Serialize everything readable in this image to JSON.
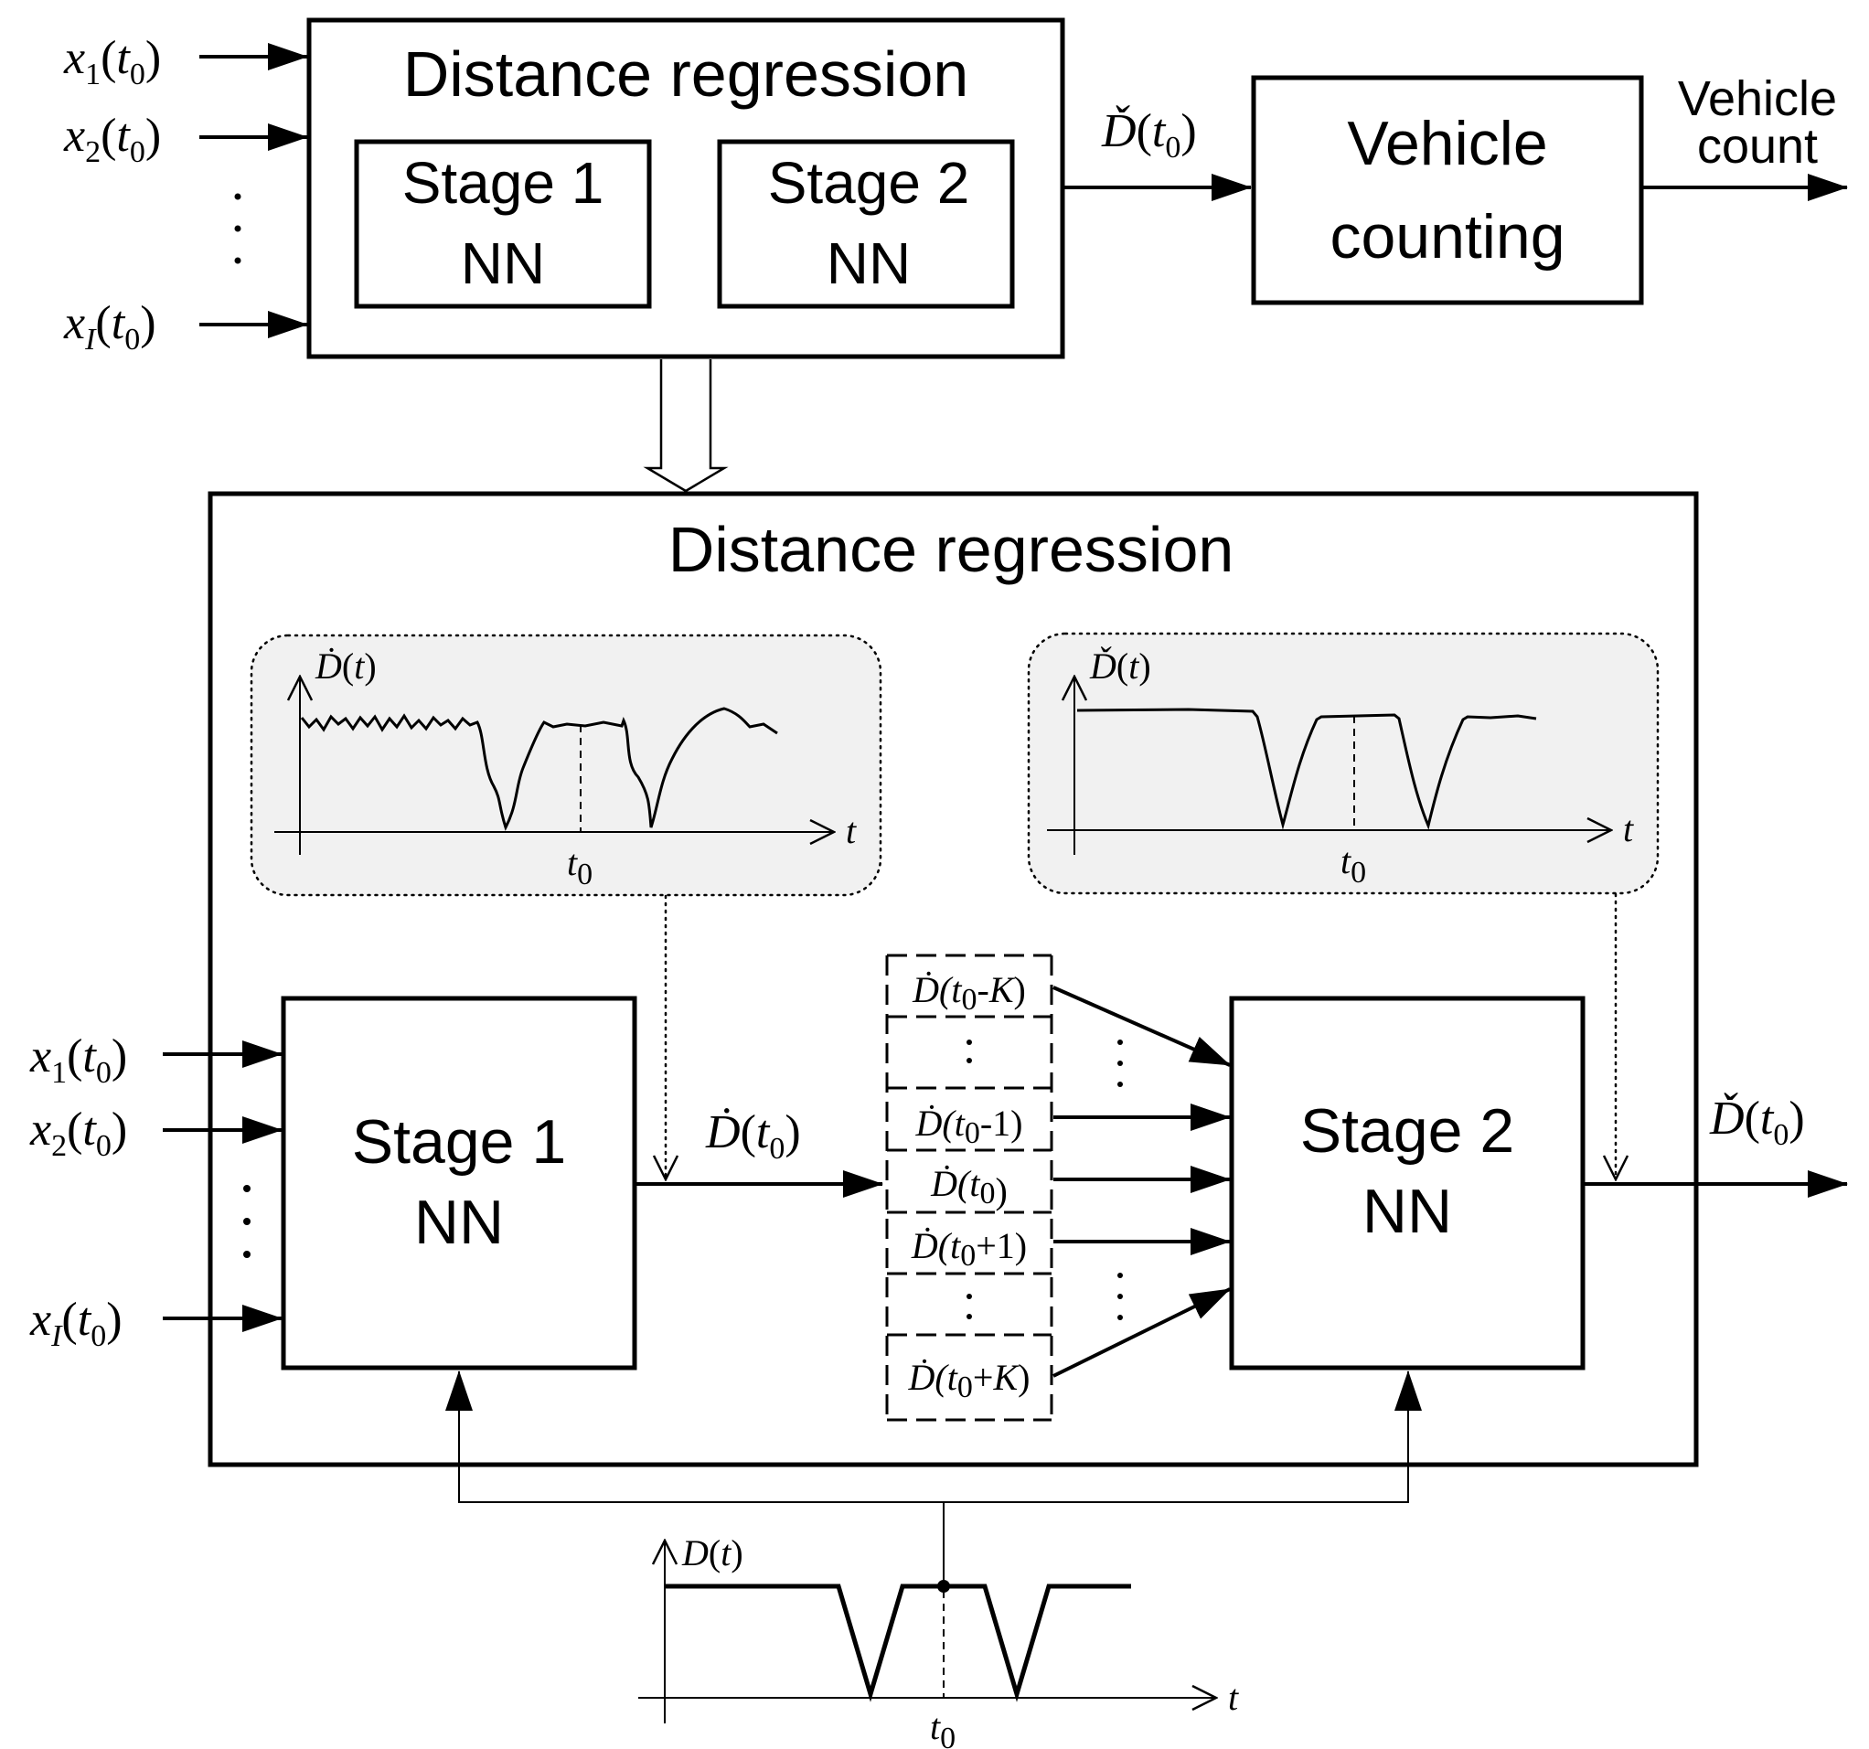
{
  "top": {
    "box_title": "Distance regression",
    "stage1_line1": "Stage 1",
    "stage1_line2": "NN",
    "stage2_line1": "Stage 2",
    "stage2_line2": "NN",
    "inputs": [
      {
        "var": "x",
        "sub": "1",
        "arg": "t",
        "argsub": "0"
      },
      {
        "var": "x",
        "sub": "2",
        "arg": "t",
        "argsub": "0"
      },
      {
        "var": "x",
        "sub": "I",
        "arg": "t",
        "argsub": "0"
      }
    ],
    "output_label": {
      "var": "Ď",
      "arg": "t",
      "argsub": "0"
    },
    "counting_line1": "Vehicle",
    "counting_line2": "counting",
    "count_line1": "Vehicle",
    "count_line2": "count"
  },
  "bottom": {
    "box_title": "Distance regression",
    "stage1_line1": "Stage 1",
    "stage1_line2": "NN",
    "stage2_line1": "Stage 2",
    "stage2_line2": "NN",
    "inputs": [
      {
        "var": "x",
        "sub": "1",
        "arg": "t",
        "argsub": "0"
      },
      {
        "var": "x",
        "sub": "2",
        "arg": "t",
        "argsub": "0"
      },
      {
        "var": "x",
        "sub": "I",
        "arg": "t",
        "argsub": "0"
      }
    ],
    "stage1_output": {
      "var": "Ḋ",
      "arg": "t",
      "argsub": "0"
    },
    "stage2_output": {
      "var": "Ď",
      "arg": "t",
      "argsub": "0"
    },
    "window_cells": [
      {
        "pre": "Ḋ(t",
        "sub": "0",
        "post": "-",
        "k": "K",
        "close": ")"
      },
      {
        "pre": "Ḋ(t",
        "sub": "0",
        "post": "-1",
        "k": "",
        "close": ")"
      },
      {
        "pre": "Ḋ(t",
        "sub": "0",
        "post": "",
        "k": "",
        "close": ")"
      },
      {
        "pre": "Ḋ(t",
        "sub": "0",
        "post": "+1",
        "k": "",
        "close": ")"
      },
      {
        "pre": "Ḋ(t",
        "sub": "0",
        "post": "+",
        "k": "K",
        "close": ")"
      }
    ],
    "plot_stage1": {
      "ylabel_var": "Ḋ",
      "ylabel_arg": "t",
      "xlabel": "t",
      "marker": "t",
      "marker_sub": "0"
    },
    "plot_stage2": {
      "ylabel_var": "Ď",
      "ylabel_arg": "t",
      "xlabel": "t",
      "marker": "t",
      "marker_sub": "0"
    }
  },
  "ground_truth_plot": {
    "ylabel_var": "D",
    "ylabel_arg": "t",
    "xlabel": "t",
    "marker": "t",
    "marker_sub": "0"
  }
}
